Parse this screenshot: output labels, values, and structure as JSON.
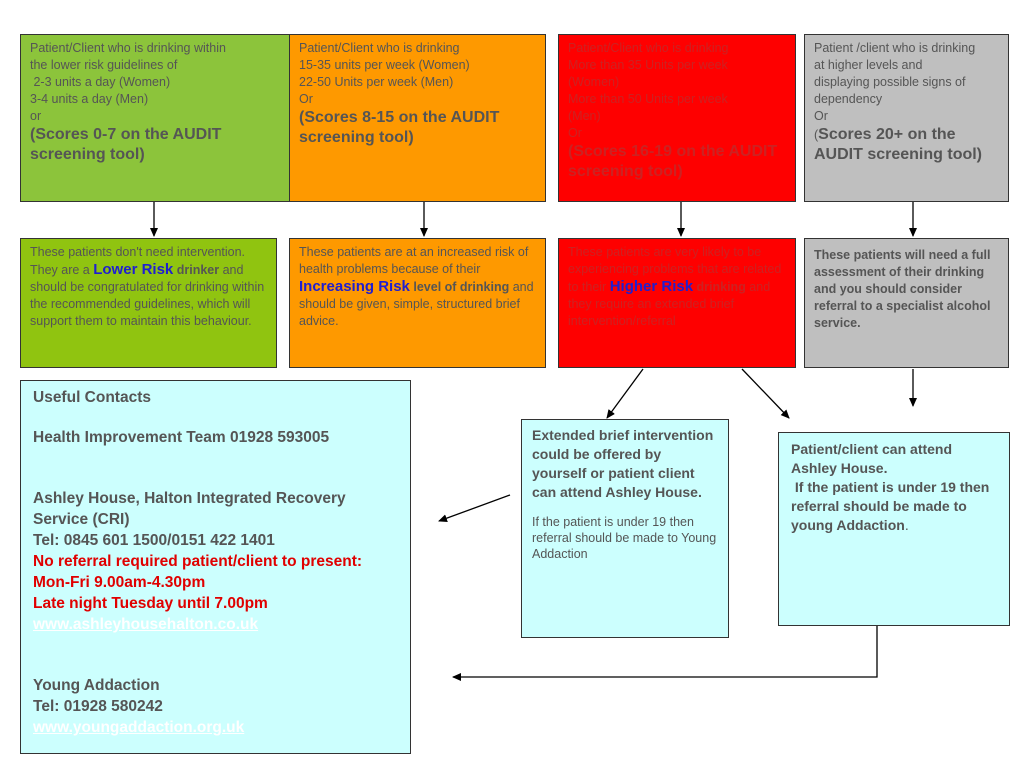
{
  "top_row": [
    {
      "lines": [
        "Patient/Client who is drinking within",
        "the lower risk guidelines of",
        " 2-3 units a day (Women)",
        "3-4 units a day (Men)",
        "or"
      ],
      "score": "(Scores 0-7 on the AUDIT screening tool)"
    },
    {
      "lines": [
        "Patient/Client who is drinking",
        "15-35 units per week (Women)",
        "22-50 Units per week (Men)",
        "Or"
      ],
      "score": "(Scores 8-15 on the AUDIT screening tool)"
    },
    {
      "lines": [
        "Patient/Client who is drinking",
        "More than 35 Units per week",
        "(Women)",
        "More than 50 Units per week",
        "(Men)",
        "Or"
      ],
      "score": "(Scores 16-19 on the AUDIT screening tool)"
    },
    {
      "lines": [
        "Patient /client who is drinking",
        "at higher levels and",
        "displaying possible signs of",
        "dependency",
        "Or"
      ],
      "score_prefix": "(",
      "score": "Scores 20+ on the AUDIT screening tool)"
    }
  ],
  "second_row": [
    {
      "before": "These patients don't need intervention. They are a ",
      "highlight": "Lower Risk",
      "bold_after": " drinker",
      "after": " and should be congratulated for drinking within the recommended guidelines, which will support them to maintain this behaviour."
    },
    {
      "before": "These patients are at an increased risk of health problems because of their ",
      "highlight": "Increasing Risk",
      "bold_after": " level of drinking",
      "after": " and should be given, simple, structured brief advice."
    },
    {
      "before": "These patients are very likely to be experiencing problems that are related to their ",
      "highlight": "Higher Risk",
      "bold_after": " drinking",
      "after": " and they require an extended brief intervention/referral"
    },
    {
      "text": "These patients will need a full assessment of their drinking and you should consider referral to a specialist alcohol service."
    }
  ],
  "contacts": {
    "title": "Useful Contacts",
    "health_team": "Health Improvement Team 01928 593005",
    "ashley_name": "Ashley House, Halton Integrated Recovery Service (CRI)",
    "ashley_tel": "Tel: 0845 601 1500/0151 422 1401",
    "no_referral": "No referral required patient/client to present:",
    "hours": "Mon-Fri 9.00am-4.30pm",
    "late": "Late night Tuesday until 7.00pm",
    "ashley_web": "www.ashleyhousehalton.co.uk",
    "young_name": "Young Addaction",
    "young_tel": "Tel: 01928 580242",
    "young_web": "www.youngaddaction.org.uk"
  },
  "extended_box": {
    "bold": "Extended brief intervention could be offered by yourself or patient client can attend Ashley House.",
    "normal": "If the patient is under 19 then referral should be made to Young Addaction"
  },
  "attend_box": {
    "line1": "Patient/client can attend Ashley House.",
    "line2": " If the patient is under 19 then referral should be made to young Addaction",
    "period": "."
  }
}
